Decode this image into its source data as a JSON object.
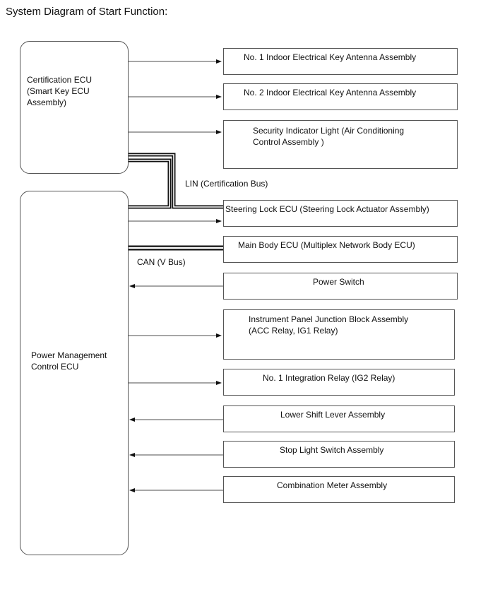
{
  "title": "System Diagram of Start Function:",
  "ecus": {
    "certification": "Certification ECU\n(Smart Key ECU\nAssembly)",
    "power": "Power Management\nControl ECU"
  },
  "components": [
    {
      "label": "No. 1 Indoor Electrical Key Antenna Assembly",
      "direction": "out"
    },
    {
      "label": "No. 2 Indoor Electrical Key Antenna Assembly",
      "direction": "out"
    },
    {
      "label": "Security Indicator Light (Air Conditioning\nControl Assembly )",
      "direction": "out"
    },
    {
      "label": "Steering Lock ECU (Steering Lock Actuator Assembly)",
      "direction": "out"
    },
    {
      "label": "Main Body ECU (Multiplex Network Body ECU)",
      "direction": "bus"
    },
    {
      "label": "Power Switch",
      "direction": "in"
    },
    {
      "label": "Instrument Panel Junction Block Assembly\n(ACC Relay, IG1 Relay)",
      "direction": "out"
    },
    {
      "label": "No. 1 Integration Relay (IG2 Relay)",
      "direction": "out"
    },
    {
      "label": "Lower Shift Lever Assembly",
      "direction": "in"
    },
    {
      "label": "Stop Light Switch Assembly",
      "direction": "in"
    },
    {
      "label": "Combination Meter Assembly",
      "direction": "in"
    }
  ],
  "buses": {
    "lin": "LIN (Certification Bus)",
    "can": "CAN (V Bus)"
  }
}
